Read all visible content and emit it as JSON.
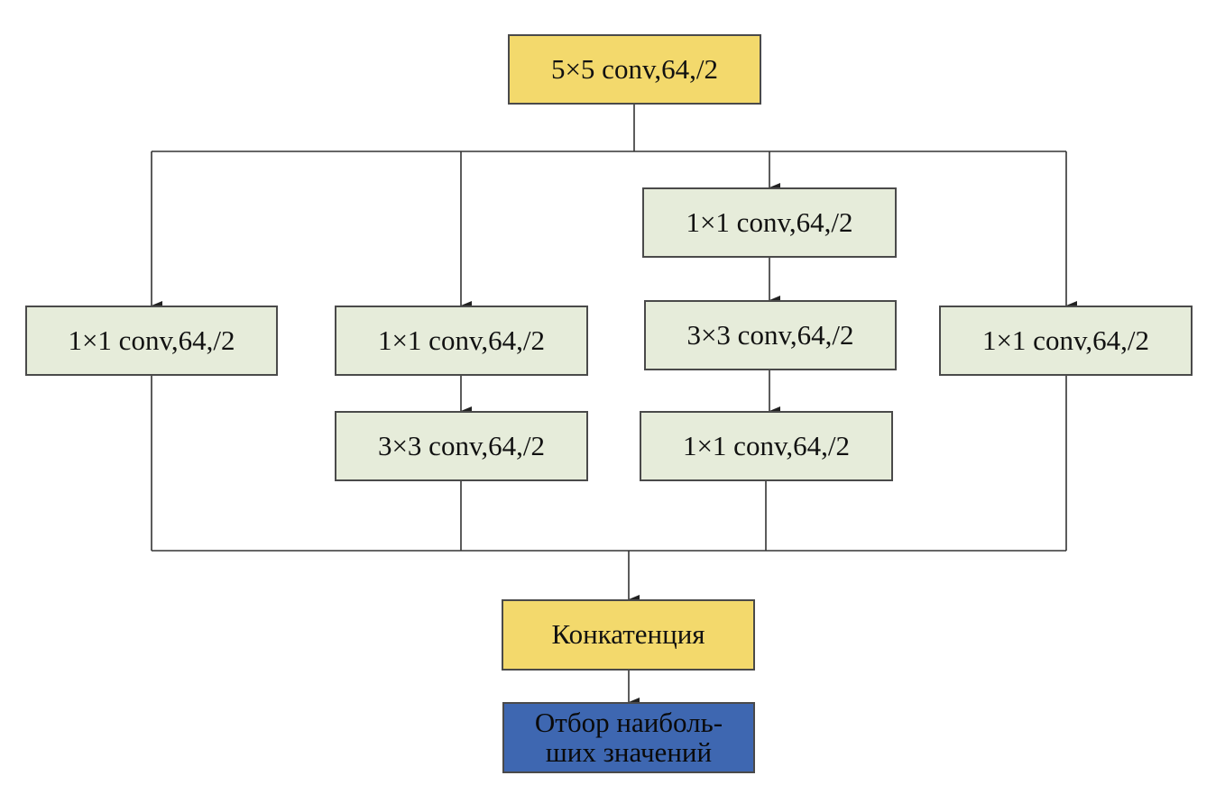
{
  "nodes": {
    "input": "5×5 conv,64,/2",
    "branch1": "1×1 conv,64,/2",
    "branch2_a": "1×1 conv,64,/2",
    "branch2_b": "3×3 conv,64,/2",
    "branch3_a": "1×1 conv,64,/2",
    "branch3_b": "3×3 conv,64,/2",
    "branch3_c": "1×1 conv,64,/2",
    "branch4": "1×1 conv,64,/2",
    "concat": "Конкатенция",
    "maxpool": "Отбор наиболь-ших значений"
  },
  "colors": {
    "yellow": "#f3d96c",
    "green": "#e6ecda",
    "blue": "#3e67b1"
  }
}
